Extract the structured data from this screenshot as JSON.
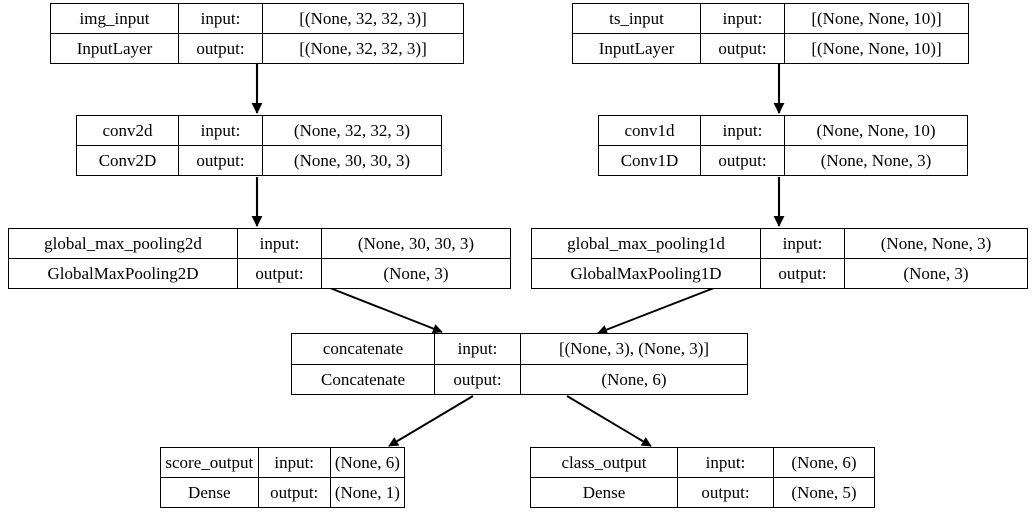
{
  "diagram": {
    "kind": "keras-model-plot",
    "title": "",
    "background_color": "#ffffff",
    "edge_color": "#000000",
    "node_border_color": "#000000",
    "node_fill_color": "#ffffff",
    "text_color": "#000000",
    "io_labels": {
      "input": "input:",
      "output": "output:"
    },
    "nodes": [
      {
        "id": "img_input",
        "name": "img_input",
        "class_name": "InputLayer",
        "input_shape": "[(None, 32, 32, 3)]",
        "output_shape": "[(None, 32, 32, 3)]"
      },
      {
        "id": "ts_input",
        "name": "ts_input",
        "class_name": "InputLayer",
        "input_shape": "[(None, None, 10)]",
        "output_shape": "[(None, None, 10)]"
      },
      {
        "id": "conv2d",
        "name": "conv2d",
        "class_name": "Conv2D",
        "input_shape": "(None, 32, 32, 3)",
        "output_shape": "(None, 30, 30, 3)"
      },
      {
        "id": "conv1d",
        "name": "conv1d",
        "class_name": "Conv1D",
        "input_shape": "(None, None, 10)",
        "output_shape": "(None, None, 3)"
      },
      {
        "id": "global_max_pooling2d",
        "name": "global_max_pooling2d",
        "class_name": "GlobalMaxPooling2D",
        "input_shape": "(None, 30, 30, 3)",
        "output_shape": "(None, 3)"
      },
      {
        "id": "global_max_pooling1d",
        "name": "global_max_pooling1d",
        "class_name": "GlobalMaxPooling1D",
        "input_shape": "(None, None, 3)",
        "output_shape": "(None, 3)"
      },
      {
        "id": "concatenate",
        "name": "concatenate",
        "class_name": "Concatenate",
        "input_shape": "[(None, 3), (None, 3)]",
        "output_shape": "(None, 6)"
      },
      {
        "id": "score_output",
        "name": "score_output",
        "class_name": "Dense",
        "input_shape": "(None, 6)",
        "output_shape": "(None, 1)"
      },
      {
        "id": "class_output",
        "name": "class_output",
        "class_name": "Dense",
        "input_shape": "(None, 6)",
        "output_shape": "(None, 5)"
      }
    ],
    "edges": [
      {
        "from": "img_input",
        "to": "conv2d"
      },
      {
        "from": "ts_input",
        "to": "conv1d"
      },
      {
        "from": "conv2d",
        "to": "global_max_pooling2d"
      },
      {
        "from": "conv1d",
        "to": "global_max_pooling1d"
      },
      {
        "from": "global_max_pooling2d",
        "to": "concatenate"
      },
      {
        "from": "global_max_pooling1d",
        "to": "concatenate"
      },
      {
        "from": "concatenate",
        "to": "score_output"
      },
      {
        "from": "concatenate",
        "to": "class_output"
      }
    ]
  }
}
